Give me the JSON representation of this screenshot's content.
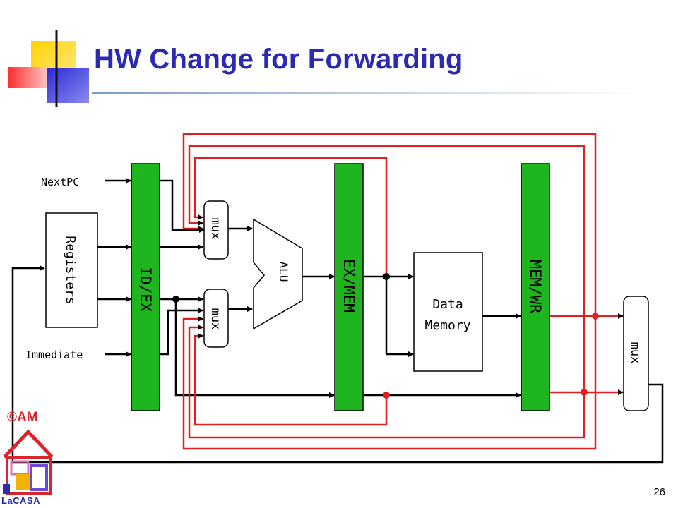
{
  "slide": {
    "title": "HW Change for Forwarding",
    "page_number": "26",
    "copyright": "©AM",
    "logo_text": "LaCASA"
  },
  "diagram": {
    "blocks": {
      "registers": "Registers",
      "id_ex": "ID/EX",
      "ex_mem": "EX/MEM",
      "mem_wr": "MEM/WR",
      "alu": "ALU",
      "mux_top": "mux",
      "mux_bottom": "mux",
      "mux_right": "mux",
      "data_memory_line1": "Data",
      "data_memory_line2": "Memory"
    },
    "inputs": {
      "next_pc": "NextPC",
      "immediate": "Immediate"
    }
  },
  "colors": {
    "title": "#2b2bb0",
    "pipeline_register": "#1fb51f",
    "forwarding_path": "#e02020",
    "normal_path": "#000000"
  }
}
